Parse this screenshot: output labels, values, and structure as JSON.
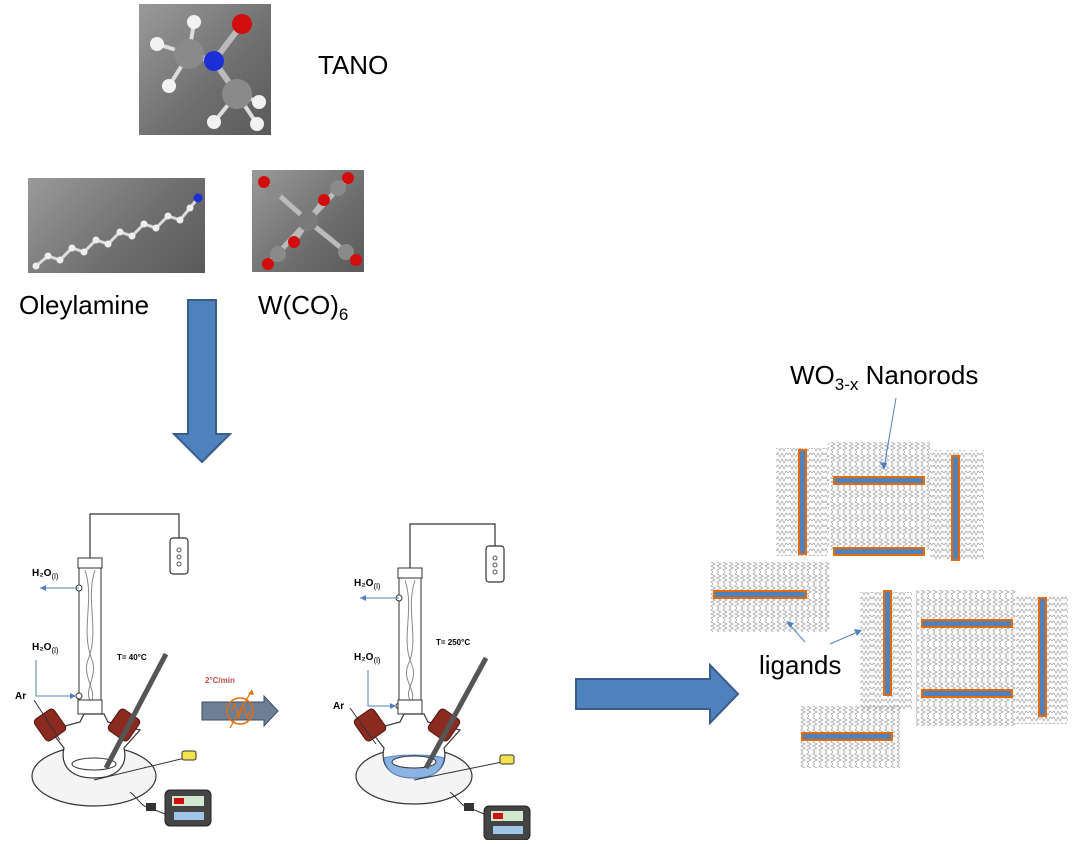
{
  "labels": {
    "tano": "TANO",
    "oleylamine": "Oleylamine",
    "wco6_main": "W(CO)",
    "wco6_sub": "6",
    "nanorods_main": "WO",
    "nanorods_sub": "3-x",
    "nanorods_rest": " Nanorods",
    "ligands": "ligands"
  },
  "setup_left": {
    "h2o_top": "H₂O",
    "h2o_top_sub": "(l)",
    "h2o_bottom": "H₂O",
    "h2o_bottom_sub": "(l)",
    "ar": "Ar",
    "temp": "T= 40°C"
  },
  "setup_right": {
    "h2o_top": "H₂O",
    "h2o_top_sub": "(l)",
    "h2o_bottom": "H₂O",
    "h2o_bottom_sub": "(l)",
    "ar": "Ar",
    "temp": "T= 250°C"
  },
  "heating_rate": "2°C/min",
  "colors": {
    "arrow_blue": "#4f81bd",
    "arrow_blue_dark": "#385d8a",
    "rod_fill": "#4f81bd",
    "rod_outline": "#e36c09",
    "flask_stopper": "#8b2a1e",
    "heating_orange": "#e36c09",
    "solution_blue": "#8db3e2"
  }
}
